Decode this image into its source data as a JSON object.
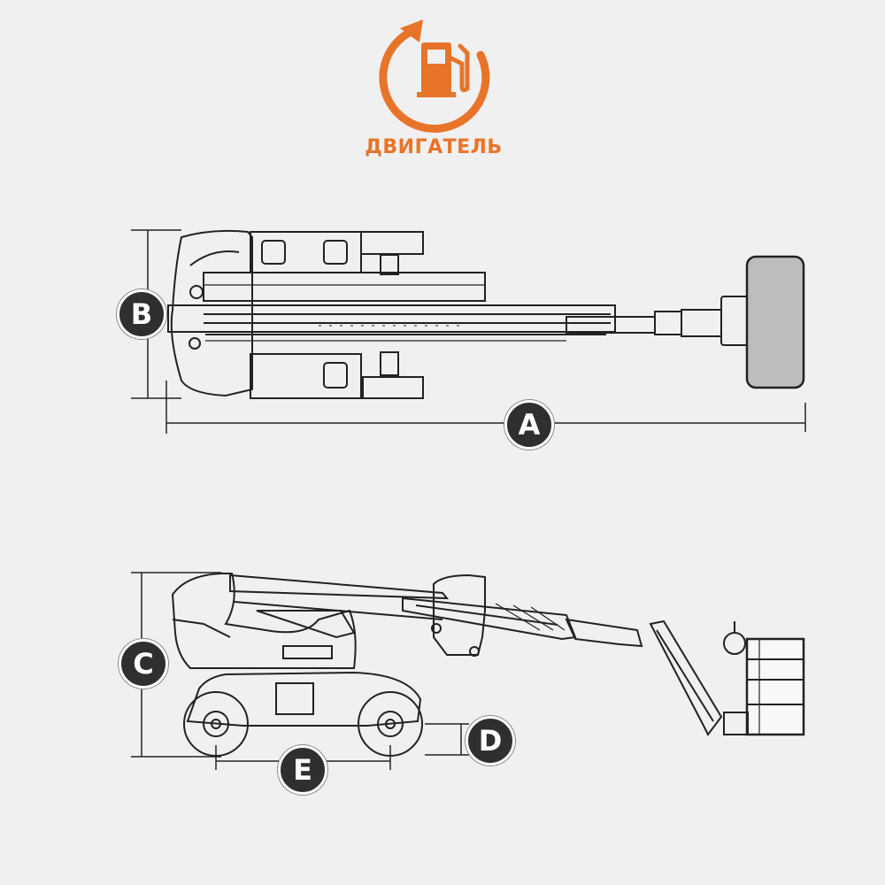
{
  "header": {
    "engine_label": "ДВИГАТЕЛЬ",
    "engine_icon": "fuel-pump-icon"
  },
  "dimensions": {
    "a": "A",
    "b": "B",
    "c": "C",
    "d": "D",
    "e": "E"
  },
  "colors": {
    "accent": "#e8742a",
    "line": "#222222",
    "badge": "#2f2f2f",
    "platform_fill": "#bdbdbd"
  }
}
